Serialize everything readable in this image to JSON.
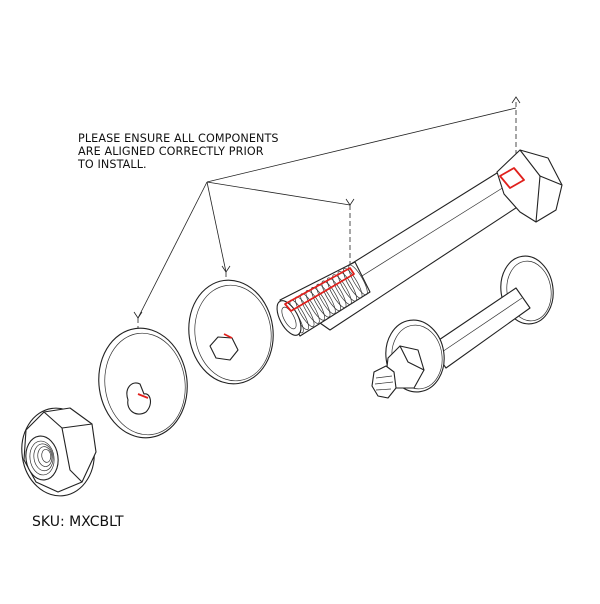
{
  "note": {
    "lines": [
      "PLEASE ENSURE ALL COMPONENTS",
      "ARE ALIGNED CORRECTLY PRIOR",
      "TO INSTALL."
    ]
  },
  "sku": {
    "label": "SKU: MXCBLT"
  },
  "colors": {
    "line": "#222222",
    "alignment_mark": "#e0201c",
    "background": "#ffffff"
  }
}
